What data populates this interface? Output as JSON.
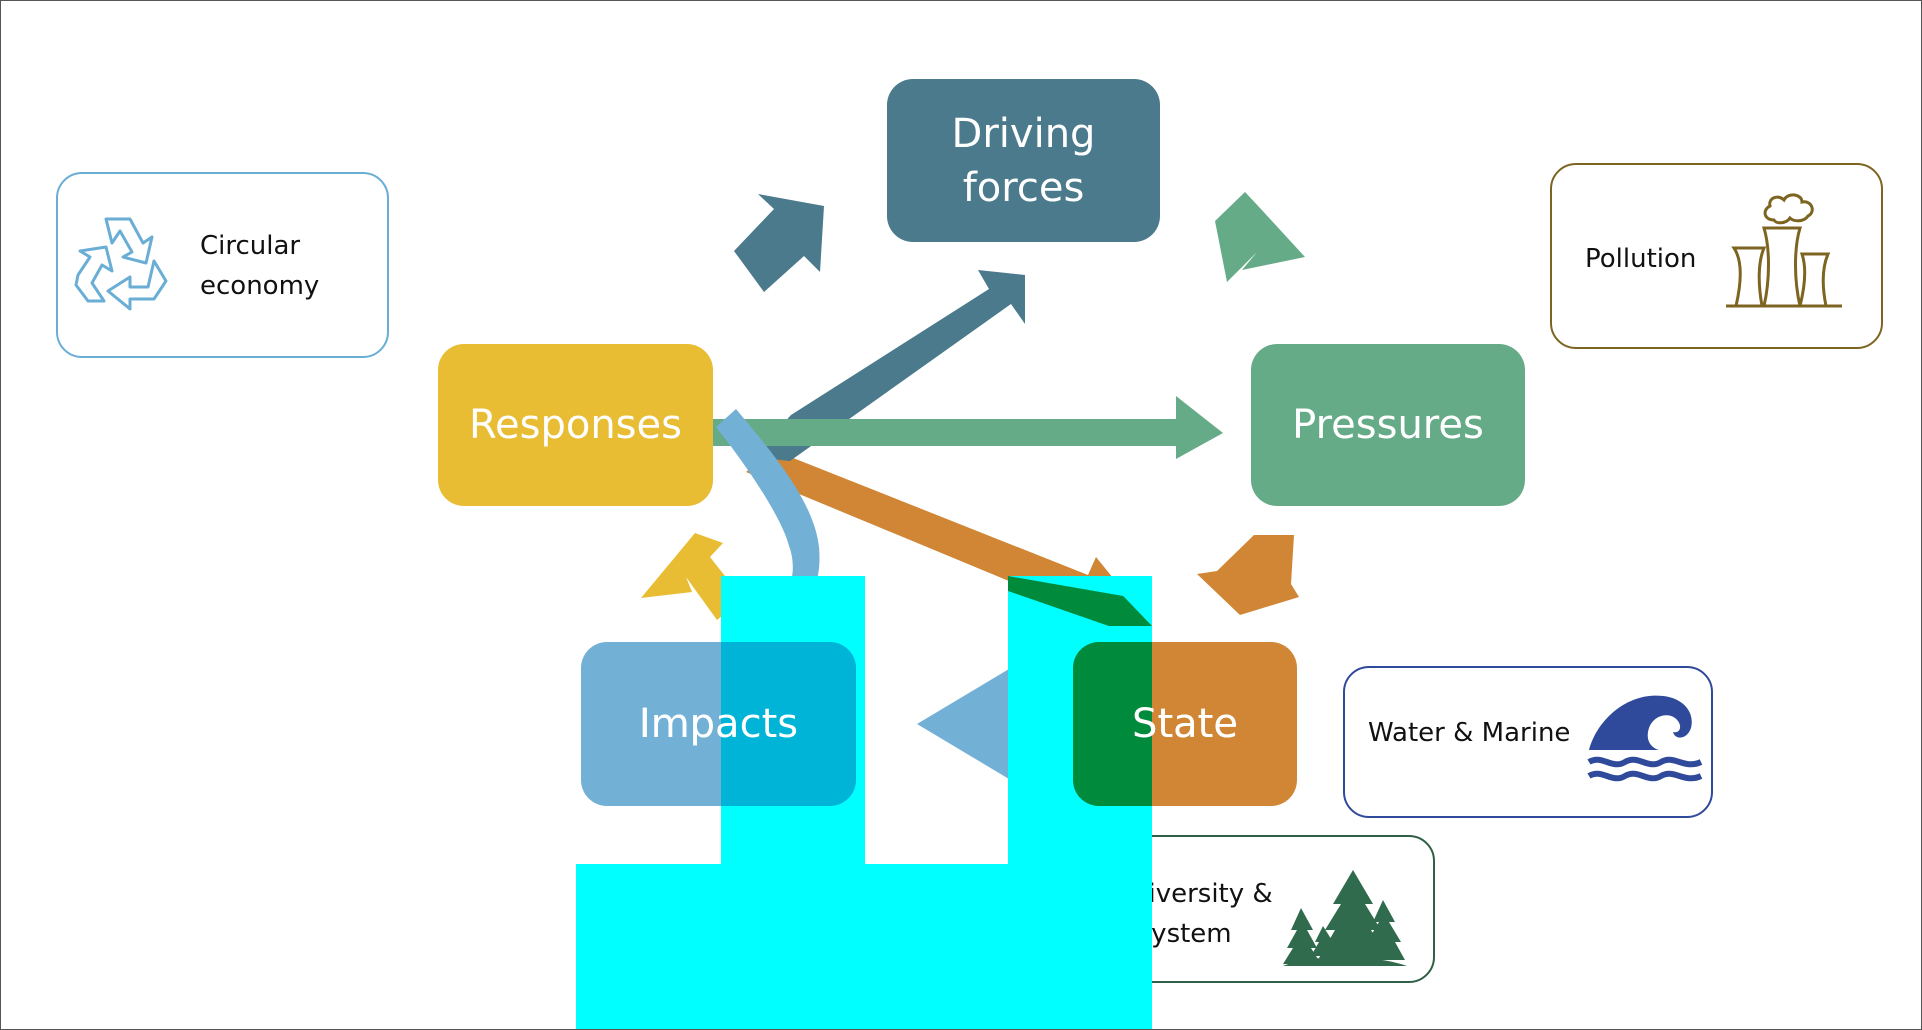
{
  "nodes": {
    "driving_forces": "Driving forces",
    "pressures": "Pressures",
    "state": "State",
    "impacts": "Impacts",
    "responses": "Responses"
  },
  "cards": {
    "circular_economy": "Circular economy",
    "pollution": "Pollution",
    "water_marine": "Water & Marine",
    "biodiversity": "Biodiversity & Ecosystem"
  },
  "icons": {
    "circular_economy": "recycle-icon",
    "pollution": "factory-cooling-tower-icon",
    "water_marine": "wave-icon",
    "biodiversity": "pine-trees-icon"
  },
  "colors": {
    "driving_forces": "#4a7a8c",
    "pressures": "#66ab88",
    "state": "#d08634",
    "impacts": "#72b0d6",
    "responses": "#e8bd33",
    "cyan_overlay": "#00ffff",
    "green_overlay": "#008a3b"
  }
}
